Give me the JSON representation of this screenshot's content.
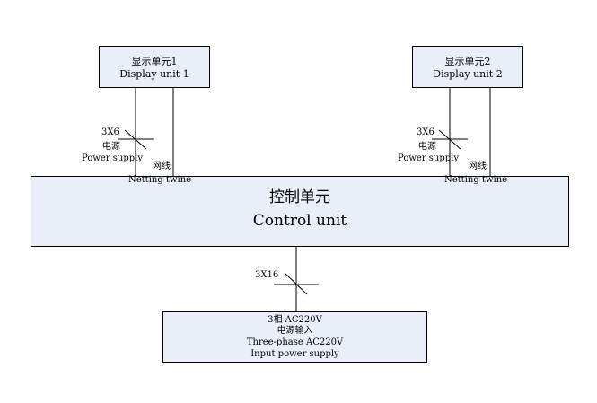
{
  "display_unit_1": {
    "name_cn": "显示单元1",
    "name_en": "Display unit 1"
  },
  "display_unit_2": {
    "name_cn": "显示单元2",
    "name_en": "Display unit 2"
  },
  "control_unit": {
    "name_cn": "控制单元",
    "name_en": "Control unit"
  },
  "power_input": {
    "line1": "3相 AC220V",
    "line2": "电源输入",
    "line3": "Three-phase AC220V",
    "line4": "Input power supply"
  },
  "left_links": {
    "cable_spec": "3X6",
    "power_cn": "电源",
    "power_en": "Power supply",
    "net_cn": "网线",
    "net_en": "Netting twine"
  },
  "right_links": {
    "cable_spec": "3X6",
    "power_cn": "电源",
    "power_en": "Power supply",
    "net_cn": "网线",
    "net_en": "Netting twine"
  },
  "main_feed": {
    "cable_spec": "3X16"
  },
  "colors": {
    "box_fill": "#e9eef8",
    "stroke": "#000000"
  }
}
